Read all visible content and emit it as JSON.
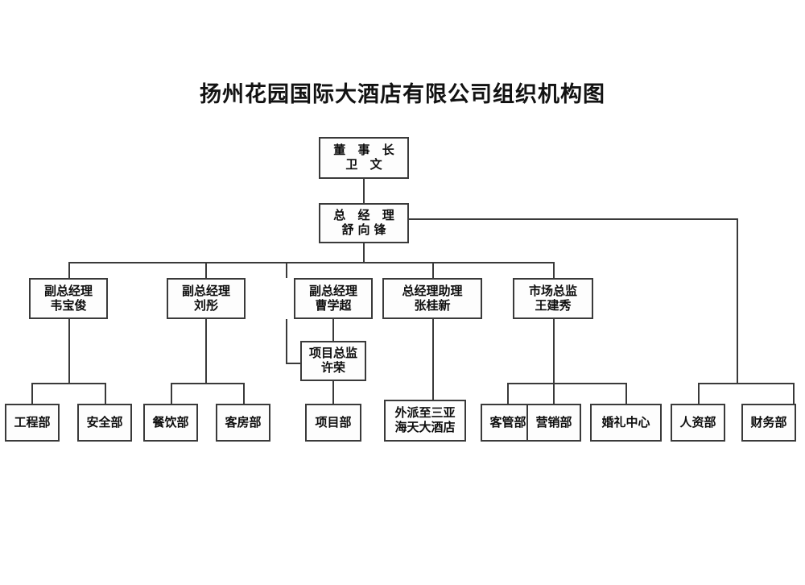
{
  "chart_data": {
    "type": "diagram",
    "diagram_kind": "organization-chart",
    "title": "扬州花园国际大酒店有限公司组织机构图",
    "orientation": "top-down",
    "colors": {
      "background": "#ffffff",
      "box_fill": "#fdfdfd",
      "border": "#3a3a3a",
      "text": "#0d0d0d"
    },
    "nodes": [
      {
        "id": "chairman",
        "title": "董 事 长",
        "person": "卫  文",
        "level": 1
      },
      {
        "id": "gm",
        "title": "总 经 理",
        "person": "舒向锋",
        "level": 2
      },
      {
        "id": "vp1",
        "title": "副总经理",
        "person": "韦宝俊",
        "level": 3
      },
      {
        "id": "vp2",
        "title": "副总经理",
        "person": "刘彤",
        "level": 3
      },
      {
        "id": "vp3",
        "title": "副总经理",
        "person": "曹学超",
        "level": 3
      },
      {
        "id": "gm_asst",
        "title": "总经理助理",
        "person": "张桂新",
        "level": 3
      },
      {
        "id": "mkt_dir",
        "title": "市场总监",
        "person": "王建秀",
        "level": 3
      },
      {
        "id": "proj_dir",
        "title": "项目总监",
        "person": "许荣",
        "level": 4
      },
      {
        "id": "dept_eng",
        "title": "工程部",
        "person": "",
        "level": 5
      },
      {
        "id": "dept_sec",
        "title": "安全部",
        "person": "",
        "level": 5
      },
      {
        "id": "dept_fnb",
        "title": "餐饮部",
        "person": "",
        "level": 5
      },
      {
        "id": "dept_room",
        "title": "客房部",
        "person": "",
        "level": 5
      },
      {
        "id": "dept_proj",
        "title": "项目部",
        "person": "",
        "level": 5
      },
      {
        "id": "dept_sanya",
        "title": "外派至三亚",
        "person": "海天大酒店",
        "level": 5
      },
      {
        "id": "dept_guest",
        "title": "客管部",
        "person": "",
        "level": 5
      },
      {
        "id": "dept_sales",
        "title": "营销部",
        "person": "",
        "level": 5
      },
      {
        "id": "dept_wed",
        "title": "婚礼中心",
        "person": "",
        "level": 5
      },
      {
        "id": "dept_hr",
        "title": "人资部",
        "person": "",
        "level": 5
      },
      {
        "id": "dept_fin",
        "title": "财务部",
        "person": "",
        "level": 5
      }
    ],
    "edges": [
      {
        "from": "chairman",
        "to": "gm"
      },
      {
        "from": "gm",
        "to": "vp1"
      },
      {
        "from": "gm",
        "to": "vp2"
      },
      {
        "from": "gm",
        "to": "vp3"
      },
      {
        "from": "gm",
        "to": "gm_asst"
      },
      {
        "from": "gm",
        "to": "mkt_dir"
      },
      {
        "from": "gm",
        "to": "proj_dir"
      },
      {
        "from": "gm",
        "to": "dept_hr"
      },
      {
        "from": "gm",
        "to": "dept_fin"
      },
      {
        "from": "vp1",
        "to": "dept_eng"
      },
      {
        "from": "vp1",
        "to": "dept_sec"
      },
      {
        "from": "vp2",
        "to": "dept_fnb"
      },
      {
        "from": "vp2",
        "to": "dept_room"
      },
      {
        "from": "vp3",
        "to": "proj_dir"
      },
      {
        "from": "proj_dir",
        "to": "dept_proj"
      },
      {
        "from": "gm_asst",
        "to": "dept_sanya"
      },
      {
        "from": "mkt_dir",
        "to": "dept_guest"
      },
      {
        "from": "mkt_dir",
        "to": "dept_sales"
      },
      {
        "from": "mkt_dir",
        "to": "dept_wed"
      }
    ]
  },
  "title": "扬州花园国际大酒店有限公司组织机构图",
  "boxes": {
    "chairman": {
      "line1": "董 事 长",
      "line2": "卫  文"
    },
    "gm": {
      "line1": "总 经 理",
      "line2": "舒向锋"
    },
    "vp1": {
      "line1": "副总经理",
      "line2": "韦宝俊"
    },
    "vp2": {
      "line1": "副总经理",
      "line2": "刘彤"
    },
    "vp3": {
      "line1": "副总经理",
      "line2": "曹学超"
    },
    "gm_asst": {
      "line1": "总经理助理",
      "line2": "张桂新"
    },
    "mkt_dir": {
      "line1": "市场总监",
      "line2": "王建秀"
    },
    "proj_dir": {
      "line1": "项目总监",
      "line2": "许荣"
    },
    "dept_eng": {
      "line1": "工程部",
      "line2": ""
    },
    "dept_sec": {
      "line1": "安全部",
      "line2": ""
    },
    "dept_fnb": {
      "line1": "餐饮部",
      "line2": ""
    },
    "dept_room": {
      "line1": "客房部",
      "line2": ""
    },
    "dept_proj": {
      "line1": "项目部",
      "line2": ""
    },
    "dept_sanya": {
      "line1": "外派至三亚",
      "line2": "海天大酒店"
    },
    "dept_guest": {
      "line1": "客管部",
      "line2": ""
    },
    "dept_sales": {
      "line1": "营销部",
      "line2": ""
    },
    "dept_wed": {
      "line1": "婚礼中心",
      "line2": ""
    },
    "dept_hr": {
      "line1": "人资部",
      "line2": ""
    },
    "dept_fin": {
      "line1": "财务部",
      "line2": ""
    }
  }
}
